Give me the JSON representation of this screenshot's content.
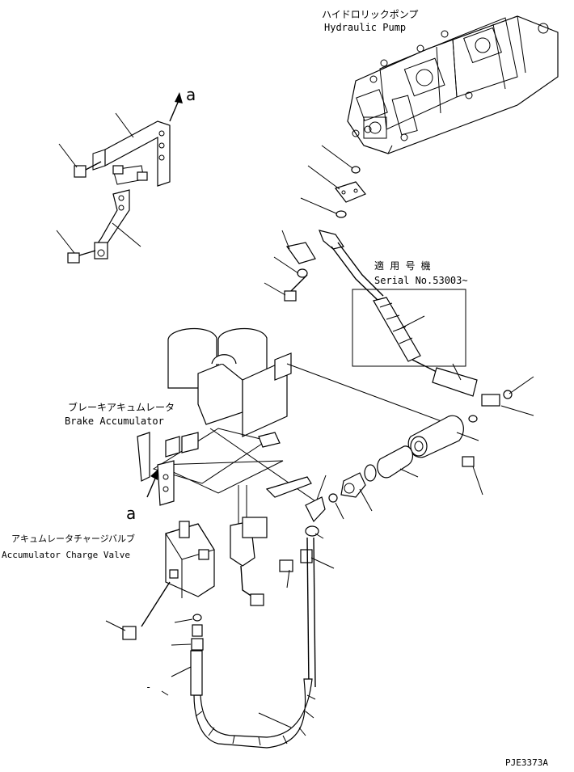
{
  "labels": {
    "hydraulic_pump_jp": "ハイドロリックポンプ",
    "hydraulic_pump_en": "Hydraulic Pump",
    "serial_jp": "適 用 号 機",
    "serial_en": "Serial No.53003~",
    "brake_acc_jp": "ブレーキアキュムレータ",
    "brake_acc_en": "Brake Accumulator",
    "charge_valve_jp": "アキュムレータチャージバルブ",
    "charge_valve_en": "Accumulator Charge Valve",
    "ref_a_top": "a",
    "ref_a_left": "a",
    "drawing_code": "PJE3373A",
    "dash_mark": "-"
  }
}
